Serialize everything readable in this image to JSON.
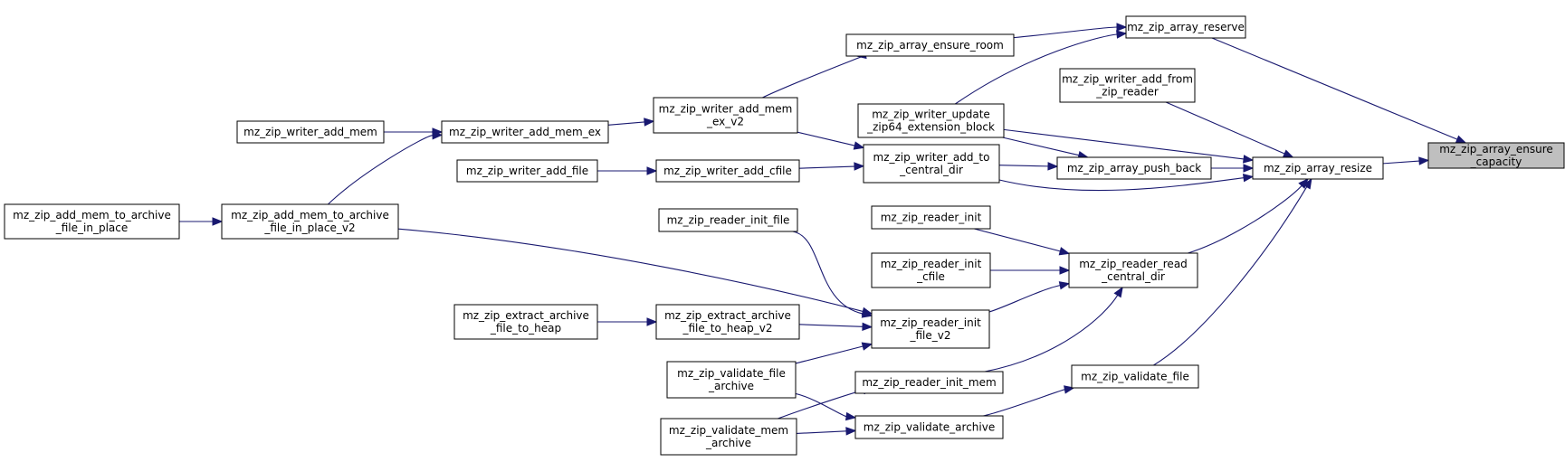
{
  "nodes": [
    {
      "id": "ensure_capacity",
      "lines": [
        "mz_zip_array_ensure",
        "_capacity"
      ],
      "highlight": true
    },
    {
      "id": "reserve",
      "lines": [
        "mz_zip_array_reserve"
      ]
    },
    {
      "id": "ensure_room",
      "lines": [
        "mz_zip_array_ensure_room"
      ]
    },
    {
      "id": "add_from_zip_reader",
      "lines": [
        "mz_zip_writer_add_from",
        "_zip_reader"
      ]
    },
    {
      "id": "update_zip64",
      "lines": [
        "mz_zip_writer_update",
        "_zip64_extension_block"
      ]
    },
    {
      "id": "add_mem",
      "lines": [
        "mz_zip_writer_add_mem"
      ]
    },
    {
      "id": "add_mem_ex",
      "lines": [
        "mz_zip_writer_add_mem_ex"
      ]
    },
    {
      "id": "add_mem_ex_v2",
      "lines": [
        "mz_zip_writer_add_mem",
        "_ex_v2"
      ]
    },
    {
      "id": "add_to_central_dir",
      "lines": [
        "mz_zip_writer_add_to",
        "_central_dir"
      ]
    },
    {
      "id": "push_back",
      "lines": [
        "mz_zip_array_push_back"
      ]
    },
    {
      "id": "resize",
      "lines": [
        "mz_zip_array_resize"
      ]
    },
    {
      "id": "add_file",
      "lines": [
        "mz_zip_writer_add_file"
      ]
    },
    {
      "id": "add_cfile",
      "lines": [
        "mz_zip_writer_add_cfile"
      ]
    },
    {
      "id": "add_mem_to_archive",
      "lines": [
        "mz_zip_add_mem_to_archive",
        "_file_in_place"
      ]
    },
    {
      "id": "add_mem_to_archive_v2",
      "lines": [
        "mz_zip_add_mem_to_archive",
        "_file_in_place_v2"
      ]
    },
    {
      "id": "reader_init_file",
      "lines": [
        "mz_zip_reader_init_file"
      ]
    },
    {
      "id": "reader_init",
      "lines": [
        "mz_zip_reader_init"
      ]
    },
    {
      "id": "reader_init_cfile",
      "lines": [
        "mz_zip_reader_init",
        "_cfile"
      ]
    },
    {
      "id": "read_central_dir",
      "lines": [
        "mz_zip_reader_read",
        "_central_dir"
      ]
    },
    {
      "id": "extract_to_heap",
      "lines": [
        "mz_zip_extract_archive",
        "_file_to_heap"
      ]
    },
    {
      "id": "extract_to_heap_v2",
      "lines": [
        "mz_zip_extract_archive",
        "_file_to_heap_v2"
      ]
    },
    {
      "id": "reader_init_file_v2",
      "lines": [
        "mz_zip_reader_init",
        "_file_v2"
      ]
    },
    {
      "id": "validate_file_archive",
      "lines": [
        "mz_zip_validate_file",
        "_archive"
      ]
    },
    {
      "id": "reader_init_mem",
      "lines": [
        "mz_zip_reader_init_mem"
      ]
    },
    {
      "id": "validate_file",
      "lines": [
        "mz_zip_validate_file"
      ]
    },
    {
      "id": "validate_mem_archive",
      "lines": [
        "mz_zip_validate_mem",
        "_archive"
      ]
    },
    {
      "id": "validate_archive",
      "lines": [
        "mz_zip_validate_archive"
      ]
    }
  ],
  "edges": [
    {
      "from": "reserve",
      "to": "ensure_capacity"
    },
    {
      "from": "resize",
      "to": "ensure_capacity"
    },
    {
      "from": "ensure_room",
      "to": "reserve"
    },
    {
      "from": "update_zip64",
      "to": "reserve"
    },
    {
      "from": "add_mem_ex_v2",
      "to": "ensure_room"
    },
    {
      "from": "add_from_zip_reader",
      "to": "resize"
    },
    {
      "from": "update_zip64",
      "to": "resize"
    },
    {
      "from": "update_zip64",
      "to": "push_back"
    },
    {
      "from": "push_back",
      "to": "resize"
    },
    {
      "from": "add_to_central_dir",
      "to": "push_back"
    },
    {
      "from": "add_to_central_dir",
      "to": "resize"
    },
    {
      "from": "read_central_dir",
      "to": "resize"
    },
    {
      "from": "validate_file",
      "to": "resize"
    },
    {
      "from": "add_mem",
      "to": "add_mem_ex"
    },
    {
      "from": "add_mem_ex",
      "to": "add_mem_ex_v2"
    },
    {
      "from": "add_mem_to_archive_v2",
      "to": "add_mem_ex"
    },
    {
      "from": "add_mem_ex_v2",
      "to": "add_to_central_dir"
    },
    {
      "from": "add_file",
      "to": "add_cfile"
    },
    {
      "from": "add_cfile",
      "to": "add_to_central_dir"
    },
    {
      "from": "add_mem_to_archive",
      "to": "add_mem_to_archive_v2"
    },
    {
      "from": "add_mem_to_archive_v2",
      "to": "reader_init_file_v2"
    },
    {
      "from": "reader_init_file",
      "to": "reader_init_file_v2"
    },
    {
      "from": "reader_init",
      "to": "read_central_dir"
    },
    {
      "from": "reader_init_cfile",
      "to": "read_central_dir"
    },
    {
      "from": "reader_init_file_v2",
      "to": "read_central_dir"
    },
    {
      "from": "reader_init_mem",
      "to": "read_central_dir"
    },
    {
      "from": "extract_to_heap",
      "to": "extract_to_heap_v2"
    },
    {
      "from": "extract_to_heap_v2",
      "to": "reader_init_file_v2"
    },
    {
      "from": "validate_file_archive",
      "to": "reader_init_file_v2"
    },
    {
      "from": "validate_file_archive",
      "to": "validate_archive"
    },
    {
      "from": "validate_mem_archive",
      "to": "reader_init_mem"
    },
    {
      "from": "validate_mem_archive",
      "to": "validate_archive"
    },
    {
      "from": "validate_archive",
      "to": "validate_file"
    }
  ],
  "colors": {
    "edge": "#191970",
    "highlight_fill": "#bfbfbf"
  }
}
